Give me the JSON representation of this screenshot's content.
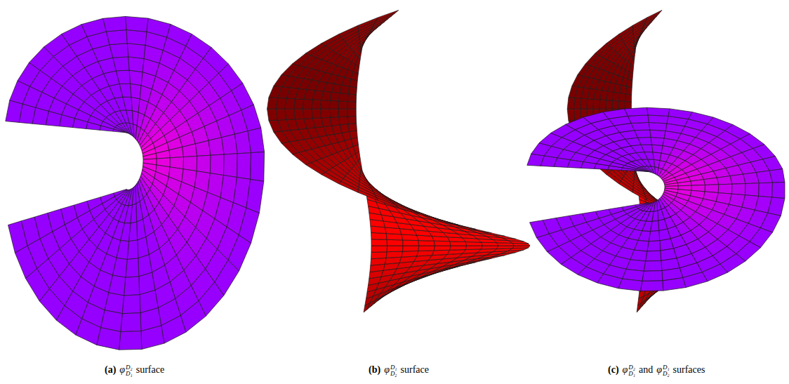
{
  "diagram": {
    "labels": [
      "(a)",
      "φ",
      "D₂",
      "D₁",
      "surface",
      "(b)",
      "φ",
      "D₁",
      "D₂",
      "surface",
      "(c)",
      "φ",
      "D₂",
      "D₁",
      "and",
      "φ",
      "D₁",
      "D₂",
      "surfaces"
    ]
  }
}
